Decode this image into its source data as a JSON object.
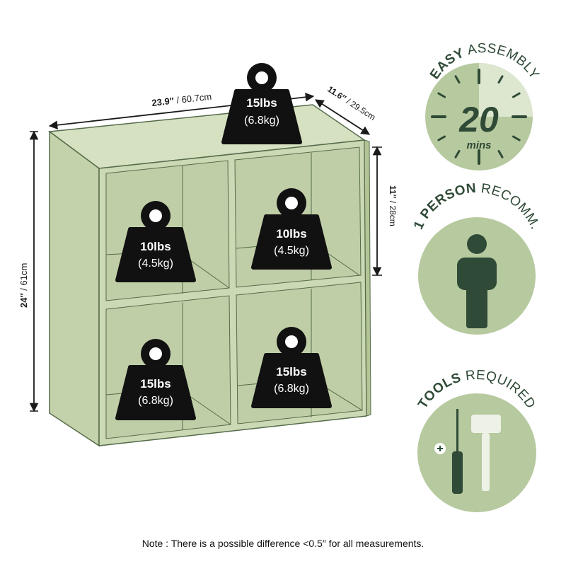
{
  "colors": {
    "shelf_face": "#ccd9b5",
    "shelf_inner": "#bfcea6",
    "shelf_edge": "#556b4a",
    "badge_fill": "#b7c99f",
    "badge_light": "#dde7cf",
    "badge_dark": "#2f4a36",
    "weight_fill": "#111111"
  },
  "dimensions": {
    "width_in": "23.9″",
    "width_cm": "/ 60.7cm",
    "depth_in": "11.6″",
    "depth_cm": "/ 29.5cm",
    "height_in": "24″",
    "height_cm": "/ 61cm",
    "cube_in": "11″",
    "cube_cm": "/ 28cm"
  },
  "weights": {
    "top": {
      "lbs": "15lbs",
      "kg": "(6.8kg)"
    },
    "upper_left": {
      "lbs": "10lbs",
      "kg": "(4.5kg)"
    },
    "upper_right": {
      "lbs": "10lbs",
      "kg": "(4.5kg)"
    },
    "lower_left": {
      "lbs": "15lbs",
      "kg": "(6.8kg)"
    },
    "lower_right": {
      "lbs": "15lbs",
      "kg": "(6.8kg)"
    }
  },
  "badges": {
    "assembly": {
      "bold": "EASY",
      "rest": " ASSEMBLY",
      "value": "20",
      "unit": "mins",
      "progress": 0.75,
      "icon": "clock-icon"
    },
    "person": {
      "bold": "1 PERSON",
      "rest": " RECOMM.",
      "icon": "person-icon"
    },
    "tools": {
      "bold": "TOOLS",
      "rest": " REQUIRED",
      "icon": "tools-icon"
    }
  },
  "note": "Note : There is a possible difference <0.5″ for all measurements."
}
